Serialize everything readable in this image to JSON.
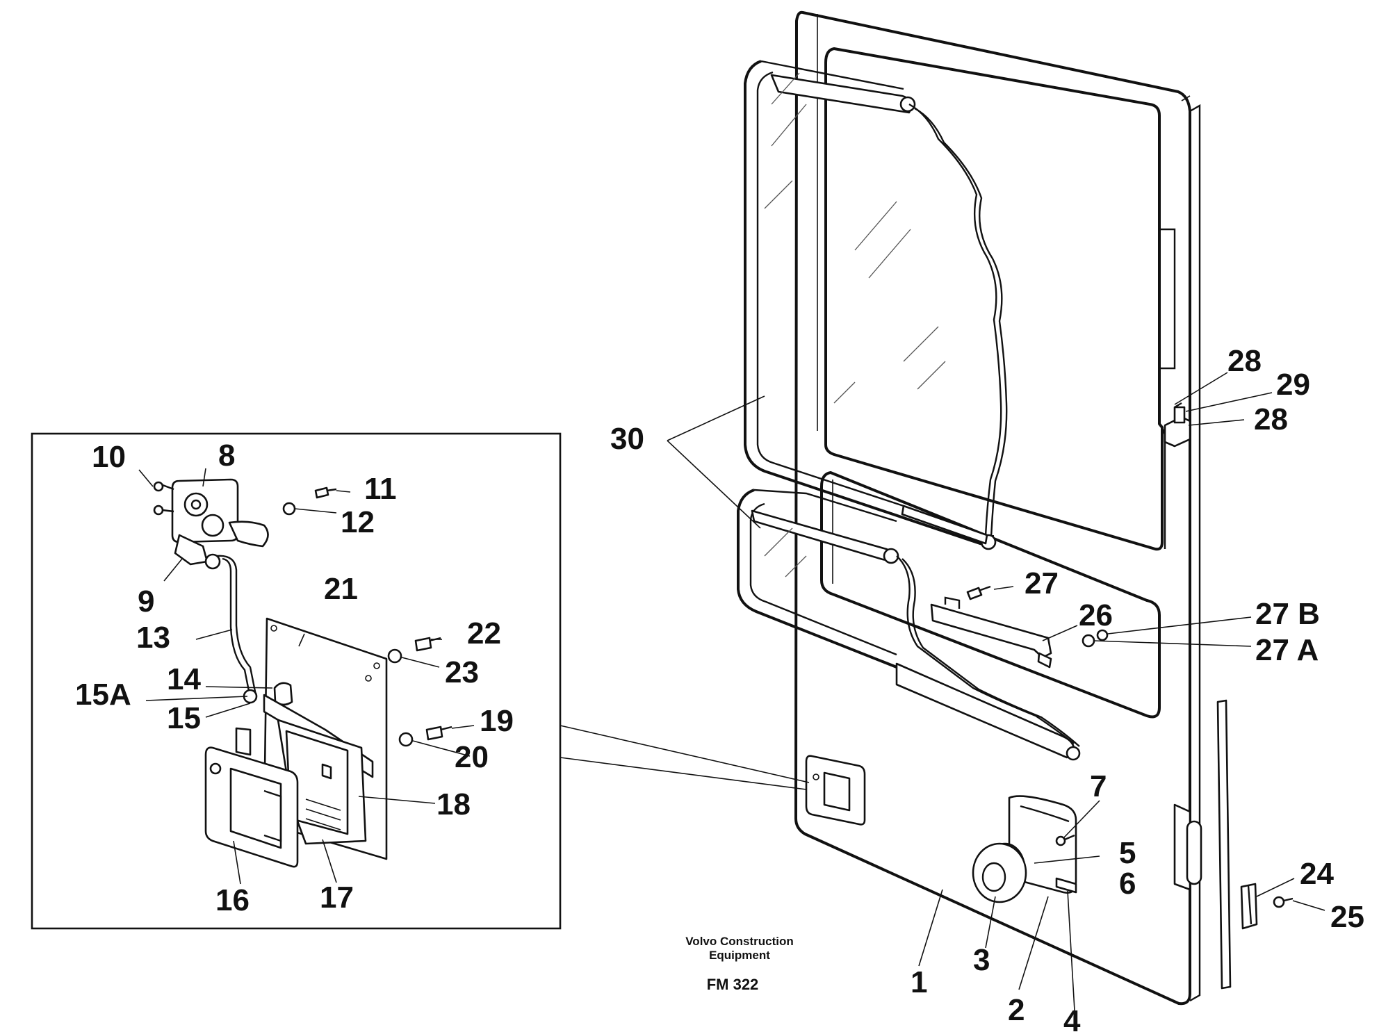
{
  "caption": {
    "line1": "Volvo Construction",
    "line2": "Equipment",
    "code": "FM 322"
  },
  "callouts": {
    "c1": "1",
    "c2": "2",
    "c3": "3",
    "c4": "4",
    "c5": "5",
    "c6": "6",
    "c7": "7",
    "c8": "8",
    "c9": "9",
    "c10": "10",
    "c11": "11",
    "c12": "12",
    "c13": "13",
    "c14": "14",
    "c15": "15",
    "c15a": "15A",
    "c16": "16",
    "c17": "17",
    "c18": "18",
    "c19": "19",
    "c20": "20",
    "c21": "21",
    "c22": "22",
    "c23": "23",
    "c24": "24",
    "c25": "25",
    "c26": "26",
    "c27": "27",
    "c27a": "27 A",
    "c27b": "27 B",
    "c28a": "28",
    "c28b": "28",
    "c29": "29",
    "c30": "30"
  }
}
